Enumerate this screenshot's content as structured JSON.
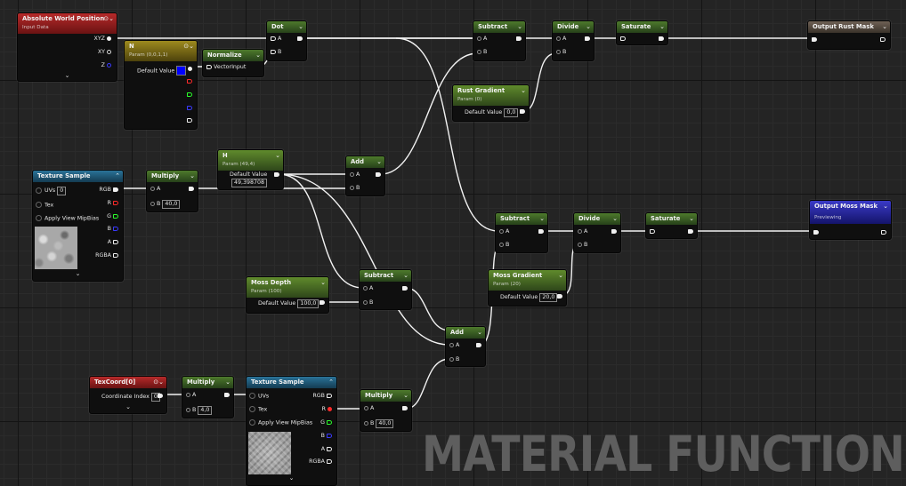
{
  "graph": {
    "watermark": "MATERIAL FUNCTION",
    "preview_icon": "preview-circle-icon",
    "nodes": {
      "awp": {
        "title": "Absolute World Position",
        "subtitle": "Input Data",
        "pins": [
          "XYZ",
          "XY",
          "Z"
        ]
      },
      "n_param": {
        "title": "N",
        "subtitle": "Param (0,0,1,1)",
        "label": "Default Value",
        "default_color": "#0000ff"
      },
      "normalize": {
        "title": "Normalize",
        "pin": "VectorInput"
      },
      "dot": {
        "title": "Dot",
        "a": "A",
        "b": "B"
      },
      "subtract_top": {
        "title": "Subtract",
        "a": "A",
        "b": "B"
      },
      "divide_top": {
        "title": "Divide",
        "a": "A",
        "b": "B"
      },
      "saturate_top": {
        "title": "Saturate"
      },
      "output_rust": {
        "title": "Output Rust Mask"
      },
      "rust_gradient": {
        "title": "Rust Gradient",
        "subtitle": "Param (0)",
        "label": "Default Value",
        "value": "0,0"
      },
      "texture_sample_1": {
        "title": "Texture Sample",
        "uvs": "UVs",
        "uvs_value": "0",
        "tex": "Tex",
        "mip": "Apply View MipBias",
        "outputs": [
          "RGB",
          "R",
          "G",
          "B",
          "A",
          "RGBA"
        ]
      },
      "multiply_1": {
        "title": "Multiply",
        "a": "A",
        "b": "B",
        "b_value": "40,0"
      },
      "h_param": {
        "title": "H",
        "subtitle": "Param (49,4)",
        "label": "Default Value",
        "value": "49,398708"
      },
      "add_top": {
        "title": "Add",
        "a": "A",
        "b": "B"
      },
      "subtract_mid": {
        "title": "Subtract",
        "a": "A",
        "b": "B"
      },
      "divide_mid": {
        "title": "Divide",
        "a": "A",
        "b": "B"
      },
      "saturate_mid": {
        "title": "Saturate"
      },
      "output_moss": {
        "title": "Output Moss Mask",
        "subtitle": "Previewing"
      },
      "moss_gradient": {
        "title": "Moss Gradient",
        "subtitle": "Param (20)",
        "label": "Default Value",
        "value": "20,0"
      },
      "moss_depth": {
        "title": "Moss Depth",
        "subtitle": "Param (100)",
        "label": "Default Value",
        "value": "100,0"
      },
      "subtract_low": {
        "title": "Subtract",
        "a": "A",
        "b": "B"
      },
      "add_low": {
        "title": "Add",
        "a": "A",
        "b": "B"
      },
      "texcoord": {
        "title": "TexCoord[0]",
        "label": "Coordinate Index",
        "value": "0"
      },
      "multiply_2": {
        "title": "Multiply",
        "a": "A",
        "b": "B",
        "b_value": "4,0"
      },
      "texture_sample_2": {
        "title": "Texture Sample",
        "uvs": "UVs",
        "tex": "Tex",
        "mip": "Apply View MipBias",
        "outputs": [
          "RGB",
          "R",
          "G",
          "B",
          "A",
          "RGBA"
        ]
      },
      "multiply_3": {
        "title": "Multiply",
        "a": "A",
        "b": "B",
        "b_value": "40,0"
      }
    }
  }
}
